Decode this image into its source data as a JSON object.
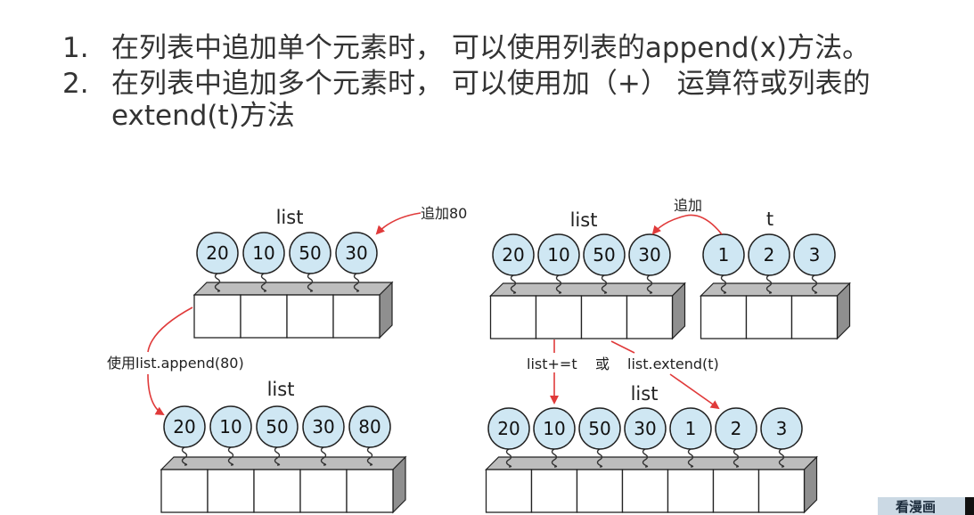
{
  "bullets": [
    {
      "num": "1.",
      "text": "在列表中追加单个元素时， 可以使用列表的append(x)方法。"
    },
    {
      "num": "2.",
      "text": "在列表中追加多个元素时， 可以使用加（+） 运算符或列表的 extend(t)方法"
    }
  ],
  "diagram": {
    "left_top": {
      "label": "list",
      "values": [
        "20",
        "10",
        "50",
        "30"
      ],
      "annotation": "追加80"
    },
    "left_action": "使用list.append(80)",
    "left_bottom": {
      "label": "list",
      "values": [
        "20",
        "10",
        "50",
        "30",
        "80"
      ]
    },
    "right_top_list": {
      "label": "list",
      "values": [
        "20",
        "10",
        "50",
        "30"
      ]
    },
    "right_top_t": {
      "label": "t",
      "values": [
        "1",
        "2",
        "3"
      ]
    },
    "right_annotation": "追加",
    "right_op1": "list+=t",
    "right_or": "或",
    "right_op2": "list.extend(t)",
    "right_bottom": {
      "label": "list",
      "values": [
        "20",
        "10",
        "50",
        "30",
        "1",
        "2",
        "3"
      ]
    }
  },
  "badge": {
    "text": "看漫画"
  },
  "colors": {
    "balloon": "#cfe7f3",
    "arrow": "#e03a3a",
    "box_side": "#8f8f8f",
    "box_top": "#bdbdbd"
  }
}
